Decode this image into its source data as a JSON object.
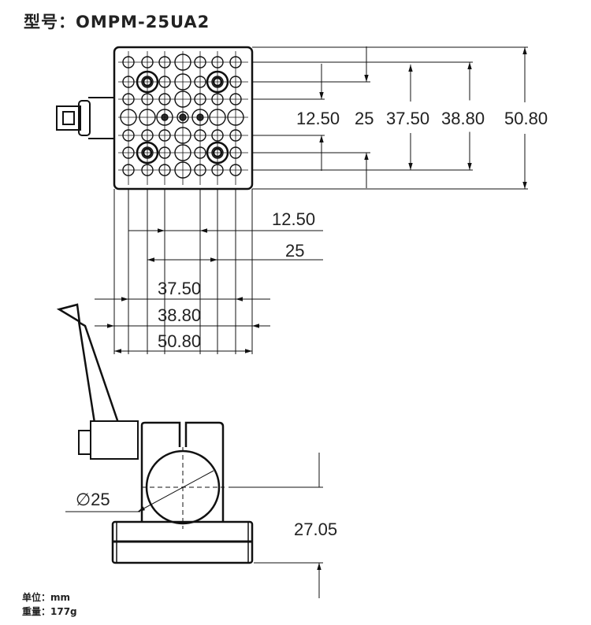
{
  "title": "型号：OMPM-25UA2",
  "top_view": {
    "vertical_dims": [
      "12.50",
      "25",
      "37.50",
      "38.80",
      "50.80"
    ],
    "horizontal_dims": [
      "12.50",
      "25",
      "37.50",
      "38.80",
      "50.80"
    ]
  },
  "side_view": {
    "diameter_label": "∅25",
    "height_dim": "27.05"
  },
  "footer": {
    "unit": "单位：mm",
    "weight": "重量：177g"
  }
}
